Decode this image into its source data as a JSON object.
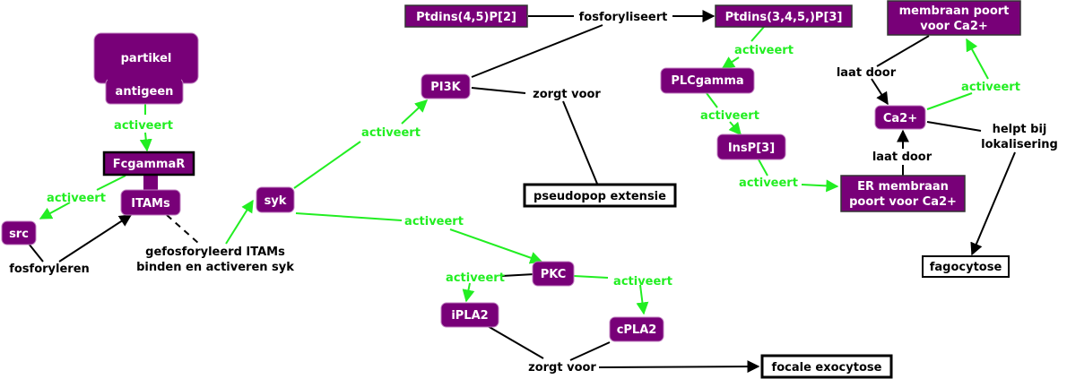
{
  "colors": {
    "node_fill": "#780078",
    "node_stroke": "#c080c0",
    "activate": "#22ee22",
    "link": "#000000",
    "box_border": "#000000",
    "white_box_fill": "#ffffff"
  },
  "nodes": [
    {
      "id": "partikel",
      "lines": [
        "partikel"
      ],
      "style": "rounded"
    },
    {
      "id": "antigeen",
      "lines": [
        "antigeen"
      ],
      "style": "rounded"
    },
    {
      "id": "fcgammar",
      "lines": [
        "FcgammaR"
      ],
      "style": "boxed"
    },
    {
      "id": "itams",
      "lines": [
        "ITAMs"
      ],
      "style": "rounded"
    },
    {
      "id": "src",
      "lines": [
        "src"
      ],
      "style": "rounded"
    },
    {
      "id": "syk",
      "lines": [
        "syk"
      ],
      "style": "rounded"
    },
    {
      "id": "pi3k",
      "lines": [
        "PI3K"
      ],
      "style": "rounded"
    },
    {
      "id": "ptdins45",
      "lines": [
        "Ptdins(4,5)P[2]"
      ],
      "style": "boxed"
    },
    {
      "id": "ptdins345",
      "lines": [
        "Ptdins(3,4,5,)P[3]"
      ],
      "style": "boxed"
    },
    {
      "id": "plcgamma",
      "lines": [
        "PLCgamma"
      ],
      "style": "rounded"
    },
    {
      "id": "insp3",
      "lines": [
        "InsP[3]"
      ],
      "style": "rounded"
    },
    {
      "id": "er_poort",
      "lines": [
        "ER membraan",
        "poort voor Ca2+"
      ],
      "style": "boxed"
    },
    {
      "id": "membraan_poort",
      "lines": [
        "membraan poort",
        "voor Ca2+"
      ],
      "style": "boxed"
    },
    {
      "id": "ca2",
      "lines": [
        "Ca2+"
      ],
      "style": "rounded"
    },
    {
      "id": "pkc",
      "lines": [
        "PKC"
      ],
      "style": "rounded"
    },
    {
      "id": "ipla2",
      "lines": [
        "iPLA2"
      ],
      "style": "rounded"
    },
    {
      "id": "cpla2",
      "lines": [
        "cPLA2"
      ],
      "style": "rounded"
    },
    {
      "id": "pseudopod",
      "lines": [
        "pseudopop extensie"
      ],
      "style": "white"
    },
    {
      "id": "fagocytose",
      "lines": [
        "fagocytose"
      ],
      "style": "white"
    },
    {
      "id": "focale",
      "lines": [
        "focale exocytose"
      ],
      "style": "white"
    }
  ],
  "link_labels": [
    {
      "id": "lbl-activeert-1",
      "text": "activeert",
      "kind": "activate"
    },
    {
      "id": "lbl-activeert-2",
      "text": "activeert",
      "kind": "activate"
    },
    {
      "id": "lbl-fosforyleren",
      "text": "fosforyleren",
      "kind": "link"
    },
    {
      "id": "lbl-gefosforyleerd",
      "lines": [
        "gefosforyleerd ITAMs",
        "binden en activeren syk"
      ],
      "kind": "link"
    },
    {
      "id": "lbl-activeert-3",
      "text": "activeert",
      "kind": "activate"
    },
    {
      "id": "lbl-fosforyliseert",
      "text": "fosforyliseert",
      "kind": "link"
    },
    {
      "id": "lbl-zorgt-voor-1",
      "text": "zorgt voor",
      "kind": "link"
    },
    {
      "id": "lbl-activeert-4",
      "text": "activeert",
      "kind": "activate"
    },
    {
      "id": "lbl-activeert-5",
      "text": "activeert",
      "kind": "activate"
    },
    {
      "id": "lbl-activeert-6",
      "text": "activeert",
      "kind": "activate"
    },
    {
      "id": "lbl-laat-door-1",
      "text": "laat door",
      "kind": "link"
    },
    {
      "id": "lbl-laat-door-2",
      "text": "laat door",
      "kind": "link"
    },
    {
      "id": "lbl-activeert-7",
      "text": "activeert",
      "kind": "activate"
    },
    {
      "id": "lbl-helpt-bij",
      "lines": [
        "helpt bij",
        "lokalisering"
      ],
      "kind": "link"
    },
    {
      "id": "lbl-activeert-8",
      "text": "activeert",
      "kind": "activate"
    },
    {
      "id": "lbl-activeert-9",
      "text": "activeert",
      "kind": "activate"
    },
    {
      "id": "lbl-activeert-10",
      "text": "activeert",
      "kind": "activate"
    },
    {
      "id": "lbl-zorgt-voor-2",
      "text": "zorgt voor",
      "kind": "link"
    }
  ],
  "connections": [
    {
      "from": "antigeen",
      "label": "activeert",
      "to": "fcgammar"
    },
    {
      "from": "fcgammar",
      "label": "activeert",
      "to": "src"
    },
    {
      "from": "fcgammar",
      "label": "",
      "to": "itams"
    },
    {
      "from": "src",
      "label": "fosforyleren",
      "to": "itams"
    },
    {
      "from": "itams",
      "label": "gefosforyleerd ITAMs binden en activeren syk",
      "to": "syk"
    },
    {
      "from": "syk",
      "label": "activeert",
      "to": "pi3k"
    },
    {
      "from": "syk",
      "label": "activeert",
      "to": "pkc"
    },
    {
      "from": "ptdins45",
      "label": "fosforyliseert",
      "to": "ptdins345"
    },
    {
      "from": "pi3k",
      "label": "zorgt voor",
      "to": "pseudopod"
    },
    {
      "from": "ptdins345",
      "label": "activeert",
      "to": "plcgamma"
    },
    {
      "from": "plcgamma",
      "label": "activeert",
      "to": "insp3"
    },
    {
      "from": "insp3",
      "label": "activeert",
      "to": "er_poort"
    },
    {
      "from": "er_poort",
      "label": "laat door",
      "to": "ca2"
    },
    {
      "from": "membraan_poort",
      "label": "laat door",
      "to": "ca2"
    },
    {
      "from": "ca2",
      "label": "activeert",
      "to": "membraan_poort"
    },
    {
      "from": "ca2",
      "label": "helpt bij lokalisering",
      "to": "fagocytose"
    },
    {
      "from": "pkc",
      "label": "activeert",
      "to": "ipla2"
    },
    {
      "from": "pkc",
      "label": "activeert",
      "to": "cpla2"
    },
    {
      "from": "ipla2",
      "label": "zorgt voor",
      "to": "focale"
    },
    {
      "from": "cpla2",
      "label": "zorgt voor",
      "to": "focale"
    }
  ]
}
